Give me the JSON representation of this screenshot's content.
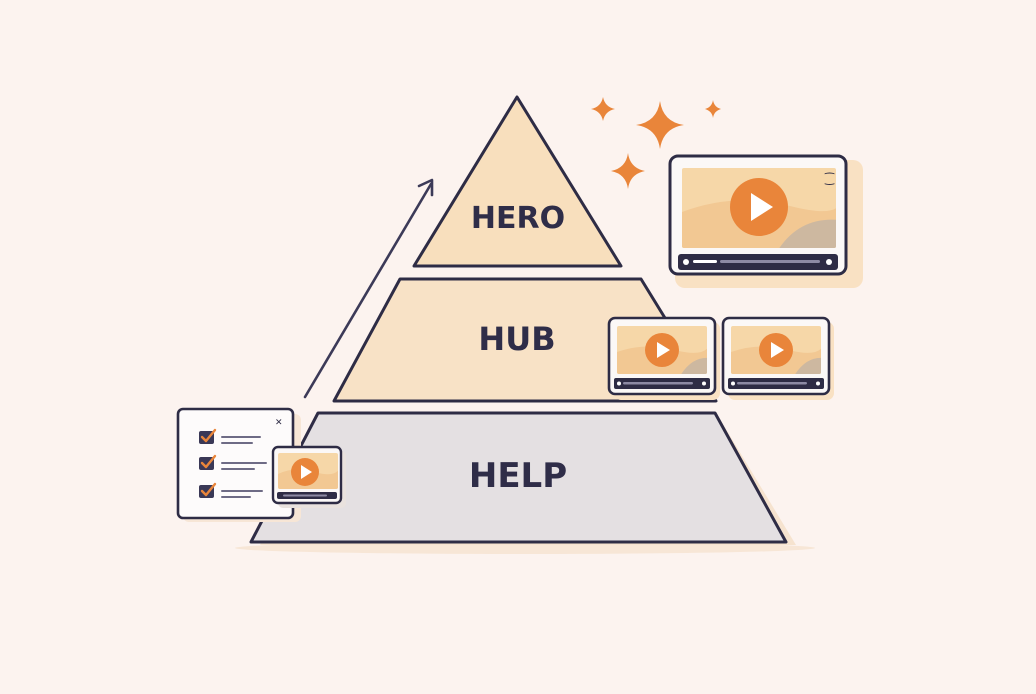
{
  "pyramid": {
    "tiers": [
      {
        "id": "hero",
        "label": "HERO"
      },
      {
        "id": "hub",
        "label": "HUB"
      },
      {
        "id": "help",
        "label": "HELP"
      }
    ]
  },
  "colors": {
    "background": "#fcf3ef",
    "outline": "#2e2c45",
    "tier_hero": "#f8dfbd",
    "tier_hub": "#f8e2c6",
    "tier_help": "#e4e0e2",
    "accent": "#e9853a",
    "video_screen": "#f6d7a8",
    "video_hill": "#cdb8a0",
    "checklist_paper": "#fdfbfb"
  },
  "icons": [
    "sparkle-icon",
    "video-player-icon",
    "play-icon",
    "checklist-icon",
    "checkbox-icon",
    "close-icon",
    "arrow-icon"
  ]
}
